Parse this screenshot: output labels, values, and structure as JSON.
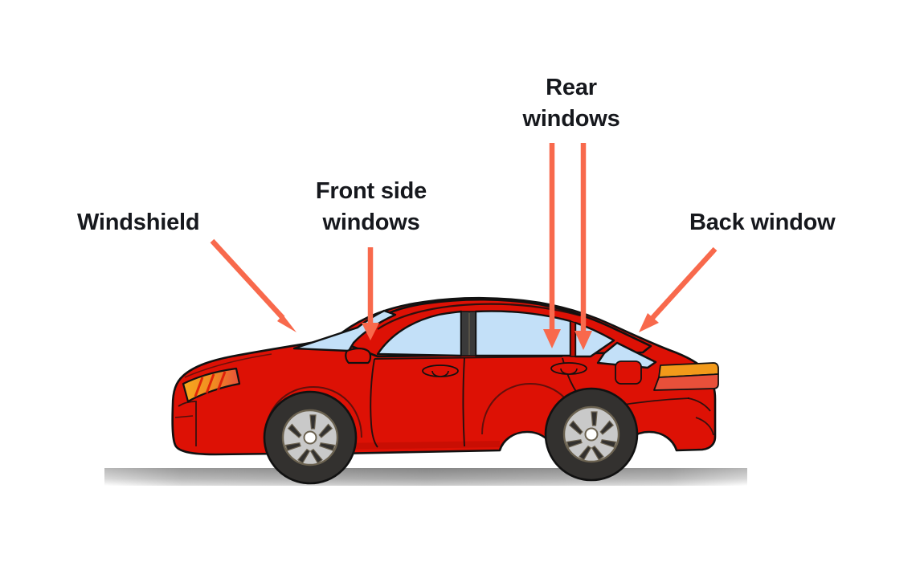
{
  "diagram": {
    "title": "Car window parts diagram",
    "subject": "red sedan side view",
    "background_color": "#ffffff",
    "labels": [
      {
        "id": "windshield",
        "text": "Windshield",
        "color": "#16181d"
      },
      {
        "id": "front_side",
        "text": "Front side\nwindows",
        "color": "#16181d"
      },
      {
        "id": "rear",
        "text": "Rear\nwindows",
        "color": "#16181d"
      },
      {
        "id": "back",
        "text": "Back window",
        "color": "#16181d"
      }
    ],
    "arrows": [
      {
        "id": "windshield-arrow",
        "points_to": "windshield",
        "direction": "down-right",
        "color": "#f8694c"
      },
      {
        "id": "front-side-arrow",
        "points_to": "front side window",
        "direction": "down",
        "color": "#f8694c"
      },
      {
        "id": "rear-arrow-left",
        "points_to": "rear door window",
        "direction": "down",
        "color": "#f8694c"
      },
      {
        "id": "rear-arrow-right",
        "points_to": "rear quarter window",
        "direction": "down",
        "color": "#f8694c"
      },
      {
        "id": "back-window-arrow",
        "points_to": "back window",
        "direction": "down-left",
        "color": "#f8694c"
      }
    ],
    "car": {
      "body_color": "#dd1105",
      "body_shade_color": "#c00d03",
      "outline_color": "#111111",
      "glass_color": "#c3e0f8",
      "pillar_color": "#3a3a3a",
      "tire_color": "#33312f",
      "rim_color": "#c9c9c9",
      "headlight_amber": "#f5a623",
      "headlight_red": "#e8503a",
      "taillight_amber": "#f29a1a",
      "taillight_red": "#e8503a",
      "shadow_color": "#888888",
      "parts": [
        "windshield",
        "front side window",
        "rear door window",
        "rear quarter window",
        "back window",
        "b-pillar",
        "side mirror",
        "front door handle",
        "rear door handle",
        "fuel filler door",
        "headlight",
        "taillight",
        "front wheel",
        "rear wheel"
      ]
    }
  }
}
